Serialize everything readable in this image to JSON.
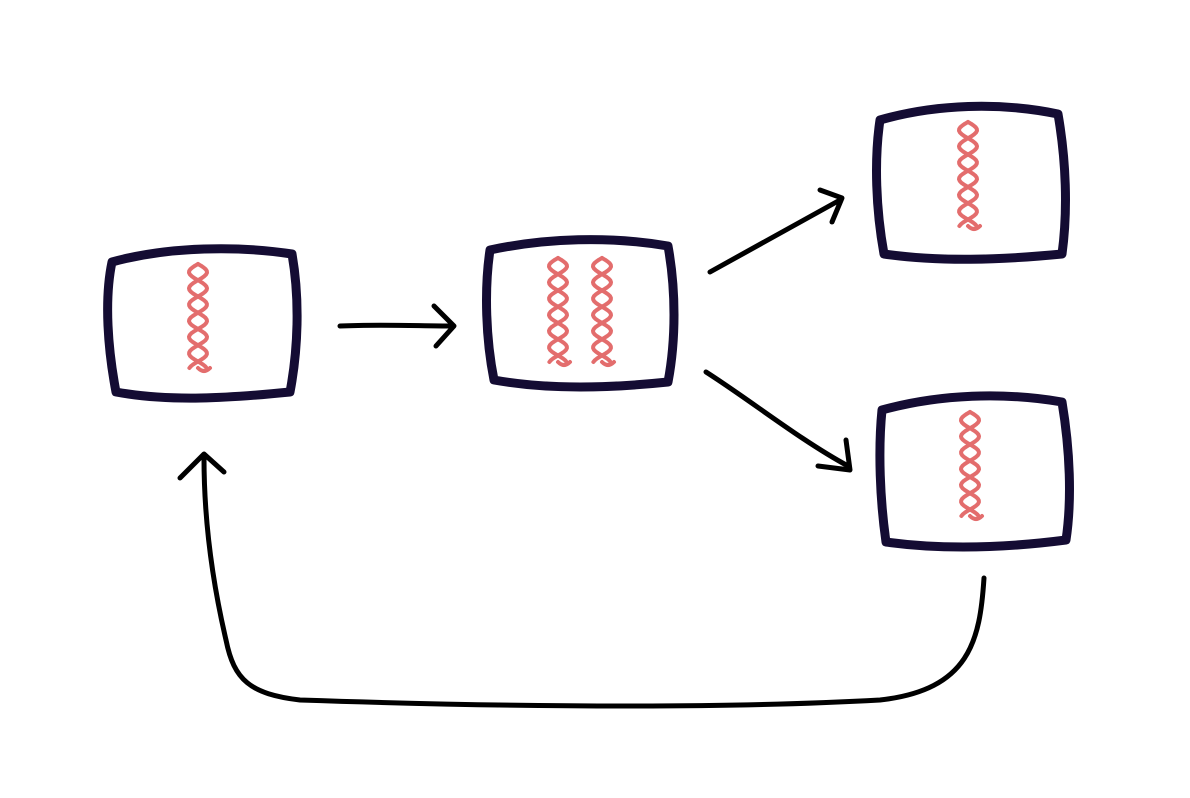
{
  "diagram": {
    "type": "cell-division-cycle",
    "colors": {
      "background": "#ffffff",
      "cell_outline": "#140c33",
      "chromosome": "#e36d6d",
      "arrow": "#000000"
    },
    "cells": [
      {
        "id": "parent-cell",
        "chromosome_count": 1
      },
      {
        "id": "replicated-cell",
        "chromosome_count": 2
      },
      {
        "id": "daughter-cell-top",
        "chromosome_count": 1
      },
      {
        "id": "daughter-cell-bottom",
        "chromosome_count": 1
      }
    ],
    "arrows": [
      {
        "id": "arrow-parent-to-replicated",
        "from": "parent-cell",
        "to": "replicated-cell"
      },
      {
        "id": "arrow-replicated-to-daughter-top",
        "from": "replicated-cell",
        "to": "daughter-cell-top"
      },
      {
        "id": "arrow-replicated-to-daughter-bottom",
        "from": "replicated-cell",
        "to": "daughter-cell-bottom"
      },
      {
        "id": "arrow-daughter-bottom-to-parent",
        "from": "daughter-cell-bottom",
        "to": "parent-cell"
      }
    ],
    "icons": {
      "cell": "cell-outline-icon",
      "chromosome": "chromosome-icon"
    }
  }
}
